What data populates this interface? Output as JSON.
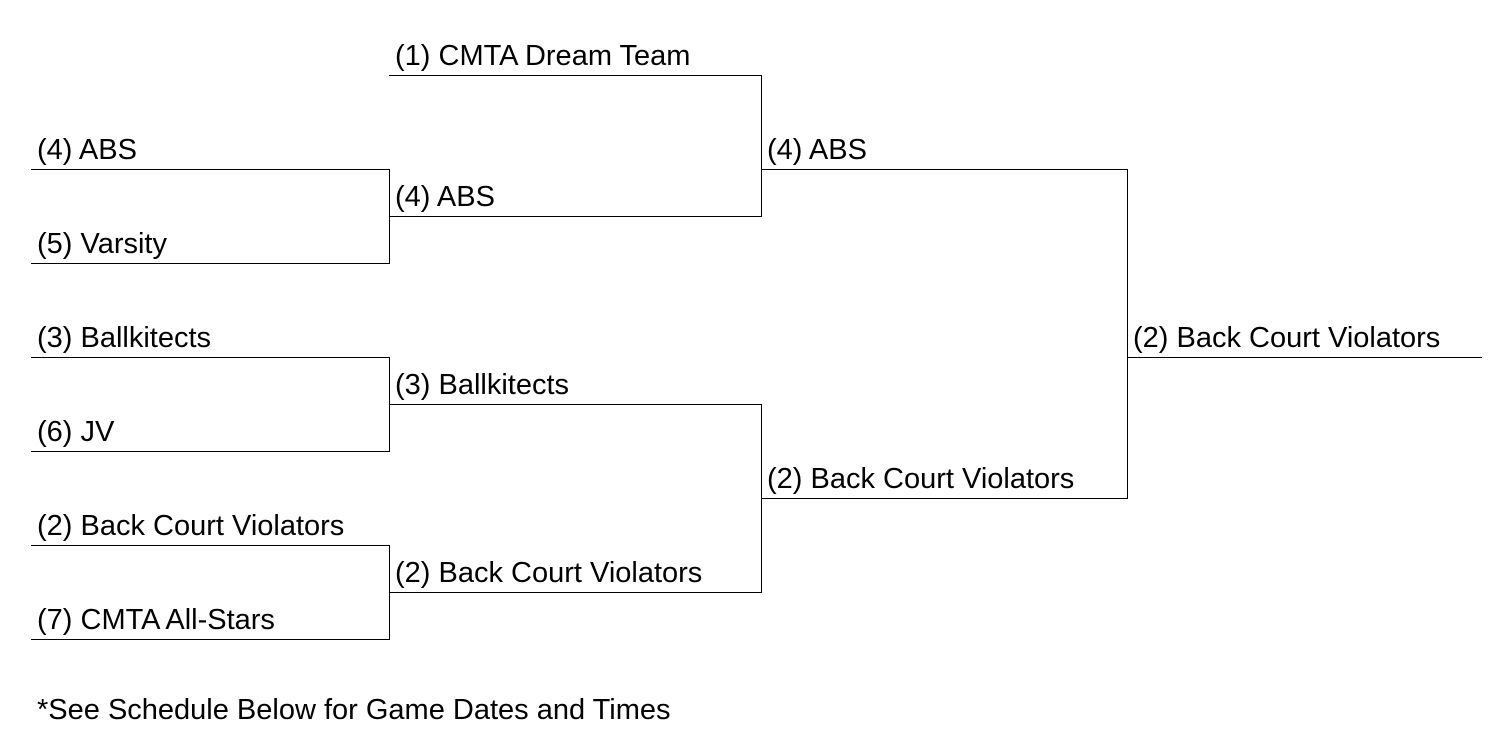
{
  "bracket": {
    "round1": [
      {
        "label": "(4) ABS"
      },
      {
        "label": "(5) Varsity"
      },
      {
        "label": "(3) Ballkitects"
      },
      {
        "label": "(6) JV"
      },
      {
        "label": "(2) Back Court Violators"
      },
      {
        "label": "(7) CMTA All-Stars"
      }
    ],
    "round2": [
      {
        "label": "(1) CMTA Dream Team"
      },
      {
        "label": "(4) ABS"
      },
      {
        "label": "(3) Ballkitects"
      },
      {
        "label": "(2) Back Court Violators"
      }
    ],
    "round3": [
      {
        "label": "(4) ABS"
      },
      {
        "label": "(2) Back Court Violators"
      }
    ],
    "champion": {
      "label": "(2) Back Court Violators"
    }
  },
  "footnote": "*See Schedule Below for Game Dates and Times"
}
